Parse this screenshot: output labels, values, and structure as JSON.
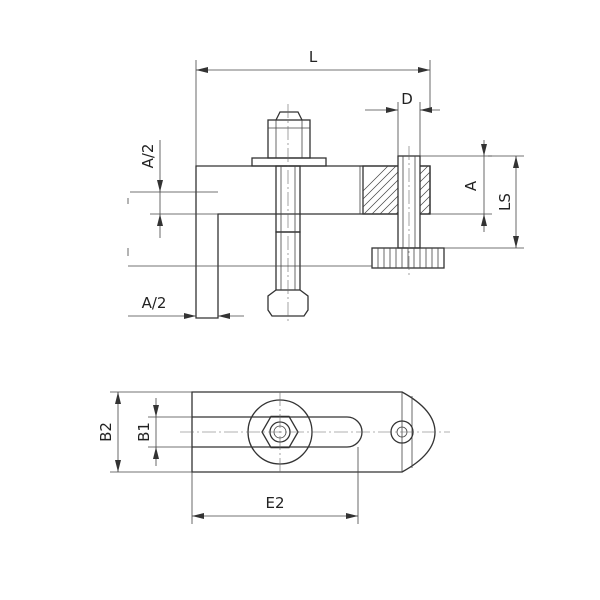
{
  "dimensions": {
    "L": "L",
    "D": "D",
    "A_half_top": "A/2",
    "A": "A",
    "LS": "LS",
    "A_half_bottom": "A/2",
    "B2": "B2",
    "B1": "B1",
    "E2": "E2"
  }
}
